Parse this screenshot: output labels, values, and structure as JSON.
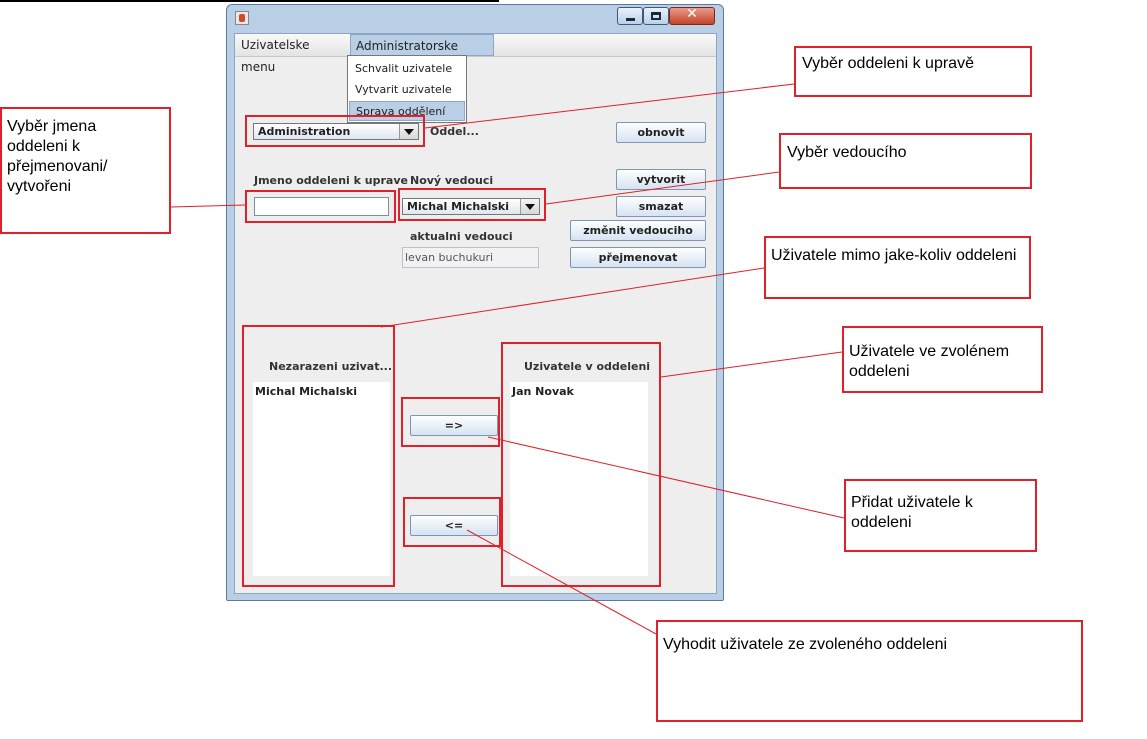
{
  "menubar": {
    "menus": [
      "Uzivatelske menu",
      "Administratorske menu"
    ],
    "admin_items": [
      "Schvalit uzivatele",
      "Vytvarit uzivatele",
      "Sprava oddělení"
    ]
  },
  "department": {
    "selected": "Administration",
    "label": "Oddel...",
    "refresh_button": "obnovit"
  },
  "form": {
    "name_label": "Jmeno oddeleni k uprave",
    "name_value": "",
    "new_manager_label": "Nový vedouci",
    "new_manager_selected": "Michal Michalski",
    "current_manager_label": "aktualni vedouci",
    "current_manager_value": "levan buchukuri"
  },
  "buttons": {
    "create": "vytvorit",
    "delete": "smazat",
    "change_manager": "změnit vedouciho",
    "rename": "přejmenovat",
    "move_right": "=>",
    "move_left": "<="
  },
  "lists": {
    "unassigned_title": "Nezarazeni uzivat...",
    "unassigned_items": [
      "Michal Michalski"
    ],
    "assigned_title": "Uzivatele v oddeleni",
    "assigned_items": [
      "Jan Novak"
    ]
  },
  "annotations": {
    "select_department": "Vyběr oddeleni k upravě",
    "select_name": "Vyběr jmena oddeleni k přejmenovani/ vytvořeni",
    "select_manager": "Vyběr vedoucího",
    "users_outside": "Uživatele mimo jake-koliv oddeleni",
    "users_in_selected": "Uživatele ve zvolénem oddeleni",
    "add_user": "Přidat uživatele k oddeleni",
    "remove_user": "Vyhodit uživatele ze zvoleného oddeleni"
  },
  "colors": {
    "annotation_red": "#e0202a",
    "selection_blue": "#b8cfe5"
  }
}
